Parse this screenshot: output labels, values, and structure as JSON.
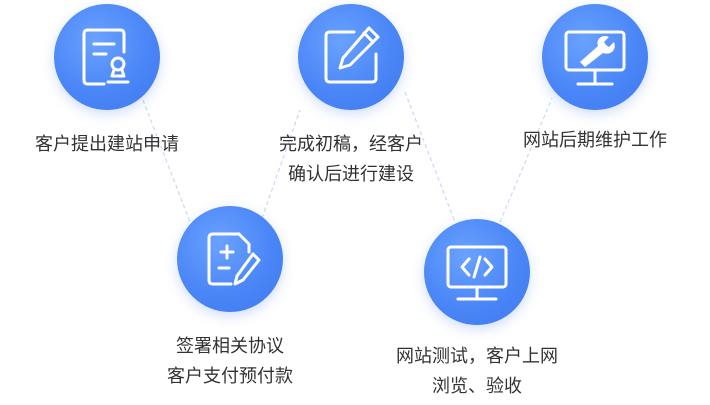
{
  "colors": {
    "accent": "#4a86f7",
    "text": "#333333",
    "connector": "#c9d9f5"
  },
  "steps": [
    {
      "id": "apply",
      "icon": "document-stamp-icon",
      "lines": [
        "客户提出建站申请"
      ]
    },
    {
      "id": "draft",
      "icon": "edit-pencil-icon",
      "lines": [
        "完成初稿，经客户",
        "确认后进行建设"
      ]
    },
    {
      "id": "maintain",
      "icon": "monitor-wrench-icon",
      "lines": [
        "网站后期维护工作"
      ]
    },
    {
      "id": "sign",
      "icon": "document-plus-pen-icon",
      "lines": [
        "签署相关协议",
        "客户支付预付款"
      ]
    },
    {
      "id": "test",
      "icon": "monitor-code-icon",
      "lines": [
        "网站测试，客户上网",
        "浏览、验收"
      ]
    }
  ]
}
